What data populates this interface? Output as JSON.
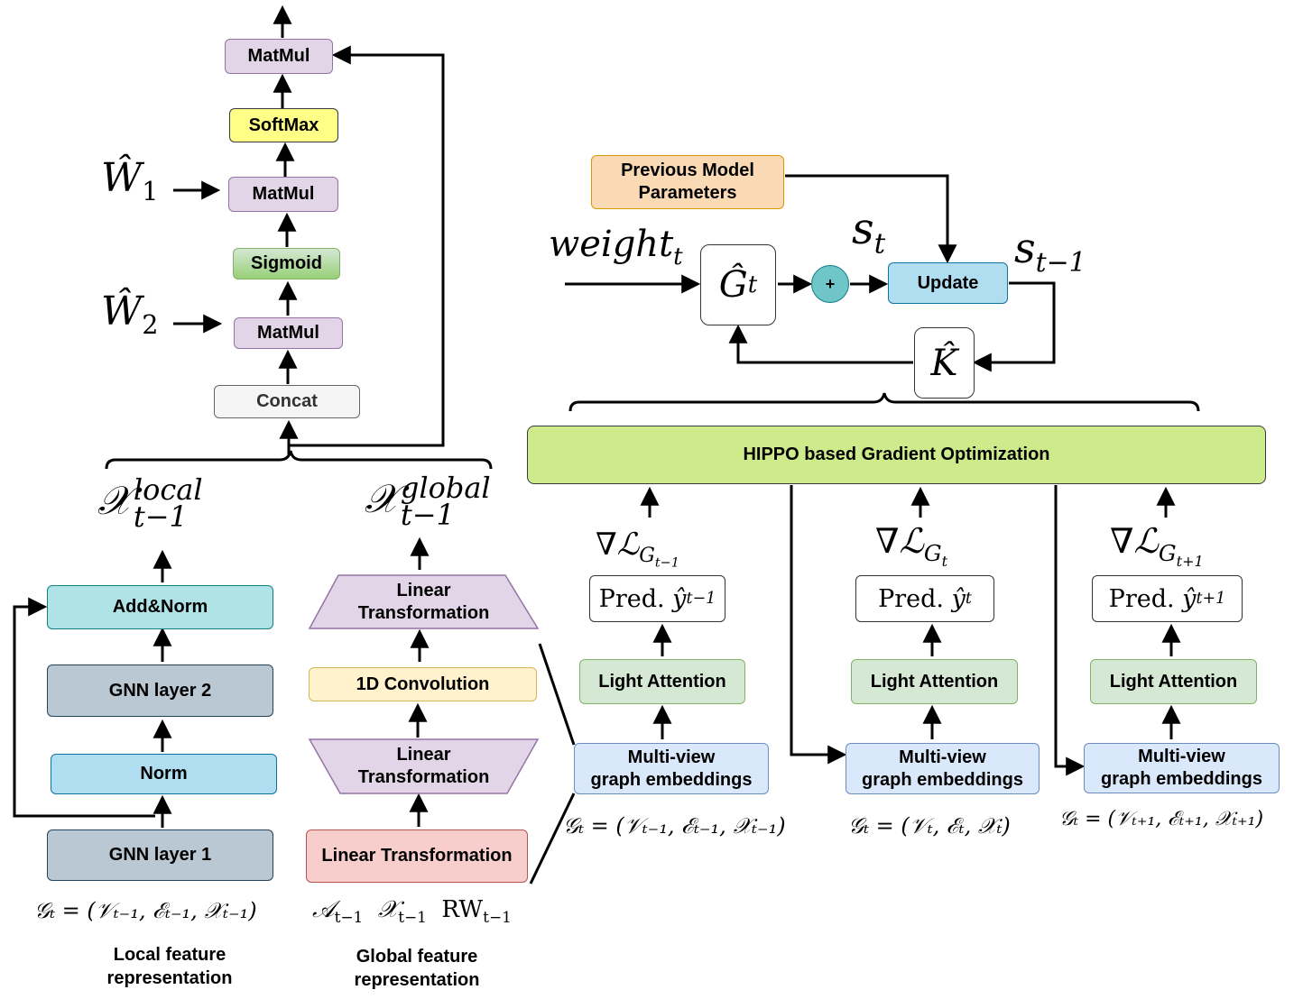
{
  "local": {
    "matmul_top": "MatMul",
    "softmax": "SoftMax",
    "matmul_w1": "MatMul",
    "sigmoid": "Sigmoid",
    "matmul_w2": "MatMul",
    "concat": "Concat",
    "add_norm": "Add&Norm",
    "gnn2": "GNN layer 2",
    "norm": "Norm",
    "gnn1": "GNN layer 1",
    "input": "𝒢ₜ = (𝒱ₜ₋₁, ℰₜ₋₁, 𝒳ₜ₋₁)",
    "caption_line1": "Local feature",
    "caption_line2": "representation",
    "w1": "Ŵ",
    "w1_sub": "1",
    "w2": "Ŵ",
    "w2_sub": "2",
    "x_local": "𝒳",
    "x_local_sup": "local",
    "x_local_sub": "t−1"
  },
  "global": {
    "lt_top_line1": "Linear",
    "lt_top_line2": "Transformation",
    "conv": "1D Convolution",
    "lt_mid_line1": "Linear",
    "lt_mid_line2": "Transformation",
    "lt_bottom": "Linear Transformation",
    "input_a": "𝒜",
    "input_a_sub": "t−1",
    "input_x": "𝒳",
    "input_x_sub": "t−1",
    "input_rw": "RW",
    "input_rw_sub": "t−1",
    "caption_line1": "Global feature",
    "caption_line2": "representation",
    "x_global": "𝒳",
    "x_global_sup": "global",
    "x_global_sub": "t−1"
  },
  "update": {
    "prev_params_line1": "Previous Model",
    "prev_params_line2": "Parameters",
    "weight": "weight",
    "weight_sub": "t",
    "g_hat": "Ĝ",
    "g_hat_sub": "t",
    "plus": "+",
    "s_t": "s",
    "s_t_sub": "t",
    "update_label": "Update",
    "s_prev": "s",
    "s_prev_sub": "t−1",
    "k_hat": "K̂"
  },
  "hippo": {
    "label": "HIPPO based Gradient Optimization"
  },
  "columns": [
    {
      "grad": "∇ℒ",
      "grad_sub": "G",
      "grad_subsub": "t−1",
      "pred": "Pred.",
      "pred_y": "ŷ",
      "pred_sub": "t−1",
      "attention": "Light Attention",
      "emb_line1": "Multi-view",
      "emb_line2": "graph embeddings",
      "graph": "𝒢ₜ = (𝒱ₜ₋₁, ℰₜ₋₁, 𝒳ₜ₋₁)"
    },
    {
      "grad": "∇ℒ",
      "grad_sub": "G",
      "grad_subsub": "t",
      "pred": "Pred.",
      "pred_y": "ŷ",
      "pred_sub": "t",
      "attention": "Light Attention",
      "emb_line1": "Multi-view",
      "emb_line2": "graph embeddings",
      "graph": "𝒢ₜ = (𝒱ₜ, ℰₜ, 𝒳ₜ)"
    },
    {
      "grad": "∇ℒ",
      "grad_sub": "G",
      "grad_subsub": "t+1",
      "pred": "Pred.",
      "pred_y": "ŷ",
      "pred_sub": "t+1",
      "attention": "Light Attention",
      "emb_line1": "Multi-view",
      "emb_line2": "graph embeddings",
      "graph": "𝒢ₜ = (𝒱ₜ₊₁, ℰₜ₊₁, 𝒳ₜ₊₁)"
    }
  ],
  "colors": {
    "purple": "#e1d5e7",
    "yellow": "#ffff88",
    "green": "#97d077",
    "grey": "#f5f5f5",
    "cyan": "#b0e3e6",
    "slate": "#bac8d3",
    "light_blue": "#b1ddf0",
    "orange": "#fad9b5",
    "light_yellow": "#fff2cc",
    "red": "#f8cecc",
    "mint": "#d5e8d4",
    "mid_blue": "#dae8fc",
    "lime": "#cdeb8b"
  }
}
